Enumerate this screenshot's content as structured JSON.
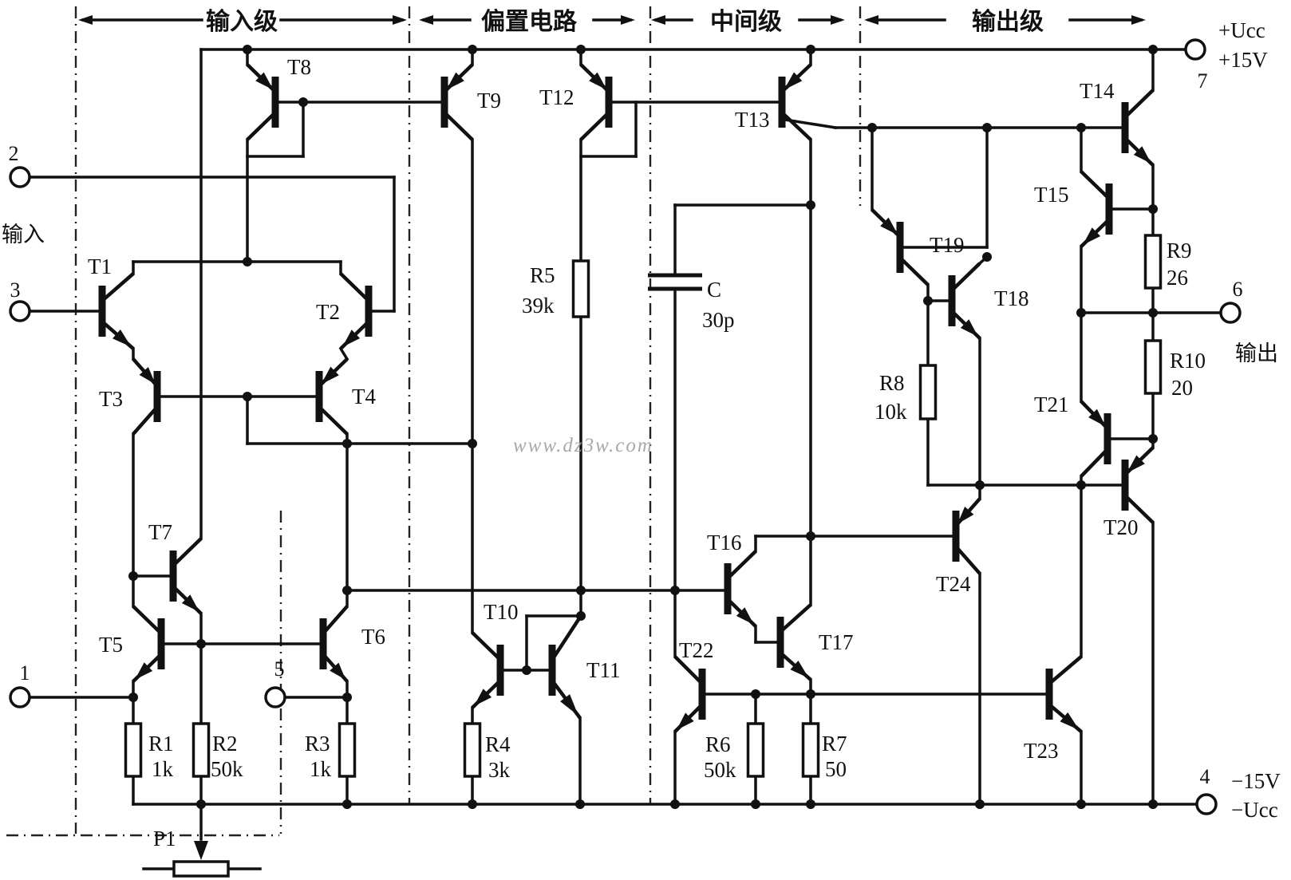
{
  "header": {
    "stage_input": "输入级",
    "stage_bias": "偏置电路",
    "stage_middle": "中间级",
    "stage_output": "输出级"
  },
  "io_labels": {
    "input": "输入",
    "output": "输出"
  },
  "power": {
    "vcc_name": "+Ucc",
    "vcc_value": "+15V",
    "vee_value": "−15V",
    "vee_name": "−Ucc"
  },
  "terminals": {
    "t1": "1",
    "t2": "2",
    "t3": "3",
    "t4": "4",
    "t5": "5",
    "t6": "6",
    "t7": "7"
  },
  "transistors": {
    "T1": "T1",
    "T2": "T2",
    "T3": "T3",
    "T4": "T4",
    "T5": "T5",
    "T6": "T6",
    "T7": "T7",
    "T8": "T8",
    "T9": "T9",
    "T10": "T10",
    "T11": "T11",
    "T12": "T12",
    "T13": "T13",
    "T14": "T14",
    "T15": "T15",
    "T16": "T16",
    "T17": "T17",
    "T18": "T18",
    "T19": "T19",
    "T20": "T20",
    "T21": "T21",
    "T22": "T22",
    "T23": "T23",
    "T24": "T24"
  },
  "resistors": {
    "R1": {
      "name": "R1",
      "value": "1k"
    },
    "R2": {
      "name": "R2",
      "value": "50k"
    },
    "R3": {
      "name": "R3",
      "value": "1k"
    },
    "R4": {
      "name": "R4",
      "value": "3k"
    },
    "R5": {
      "name": "R5",
      "value": "39k"
    },
    "R6": {
      "name": "R6",
      "value": "50k"
    },
    "R7": {
      "name": "R7",
      "value": "50"
    },
    "R8": {
      "name": "R8",
      "value": "10k"
    },
    "R9": {
      "name": "R9",
      "value": "26"
    },
    "R10": {
      "name": "R10",
      "value": "20"
    }
  },
  "capacitor": {
    "name": "C",
    "value": "30p"
  },
  "potentiometer": {
    "name": "P1"
  },
  "watermark": "www.dz3w.com"
}
